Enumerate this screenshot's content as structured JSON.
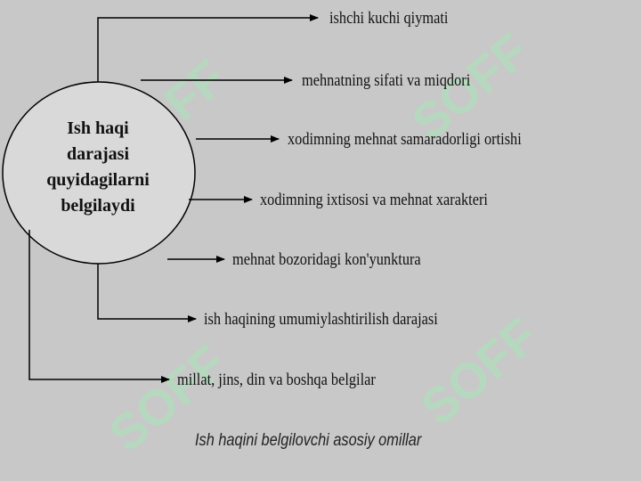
{
  "center": {
    "lines": [
      "Ish haqi",
      "darajasi",
      "quyidagilarni",
      "belgilaydi"
    ]
  },
  "factors": [
    "ishchi kuchi qiymati",
    "mehnatning sifati va miqdori",
    "xodimning mehnat samaradorligi ortishi",
    "xodimning ixtisosi va mehnat xarakteri",
    "mehnat bozoridagi kon'yunktura",
    "ish haqining umumiylashtirilish darajasi",
    "millat, jins, din va boshqa belgilar"
  ],
  "caption": "Ish haqini belgilovchi asosiy omillar",
  "watermark": "SOFF",
  "colors": {
    "background": "#c8c8c8",
    "ellipse_fill": "#d9d9d9",
    "line": "#000000",
    "watermark": "#a8e6b8"
  }
}
